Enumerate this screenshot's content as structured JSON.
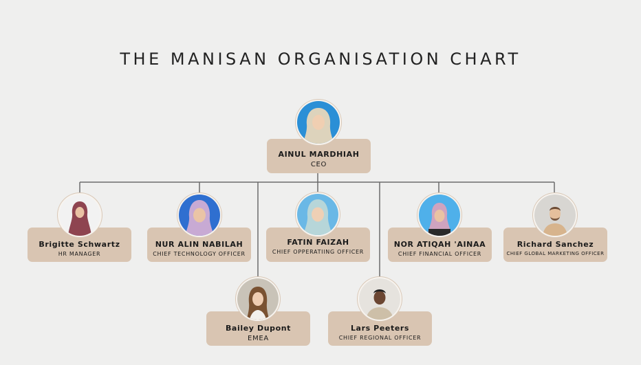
{
  "title": "THE MANISAN ORGANISATION CHART",
  "colors": {
    "card": "#d9c5b2",
    "line": "#6b6b6b",
    "background": "#efefee"
  },
  "ceo": {
    "name": "AINUL MARDHIAH",
    "role": "CEO",
    "photo_bg": "#2b8fd6",
    "scarf": "#ddd3bc"
  },
  "reports": [
    {
      "name": "Brigitte Schwartz",
      "role": "HR MANAGER",
      "photo_bg": "#f2f2f2",
      "scarf": "#8e4450"
    },
    {
      "name": "NUR ALIN NABILAH",
      "role": "CHIEF TECHNOLOGY OFFICER",
      "photo_bg": "#2f6fd0",
      "scarf": "#c8aad4"
    },
    {
      "name": "FATIN FAIZAH",
      "role": "CHIEF OPPERATIING OFFICER",
      "photo_bg": "#6ab8e6",
      "scarf": "#b7d6d9"
    },
    {
      "name": "NOR ATIQAH 'AINAA",
      "role": "CHIEF FINANCIAL OFFICER",
      "photo_bg": "#4fb0ea",
      "scarf": "#cfa3bf"
    },
    {
      "name": "Richard Sanchez",
      "role": "CHIEF GLOBAL MARKETING OFFICER",
      "photo_bg": "#d8d6d2",
      "hair": "#6b4a33"
    },
    {
      "name": "Bailey Dupont",
      "role": "EMEA",
      "photo_bg": "#c9c3b8",
      "hair": "#7a5232"
    },
    {
      "name": "Lars Peeters",
      "role": "CHIEF REGIONAL OFFICER",
      "photo_bg": "#e6e3de",
      "hair": "#222222"
    }
  ]
}
